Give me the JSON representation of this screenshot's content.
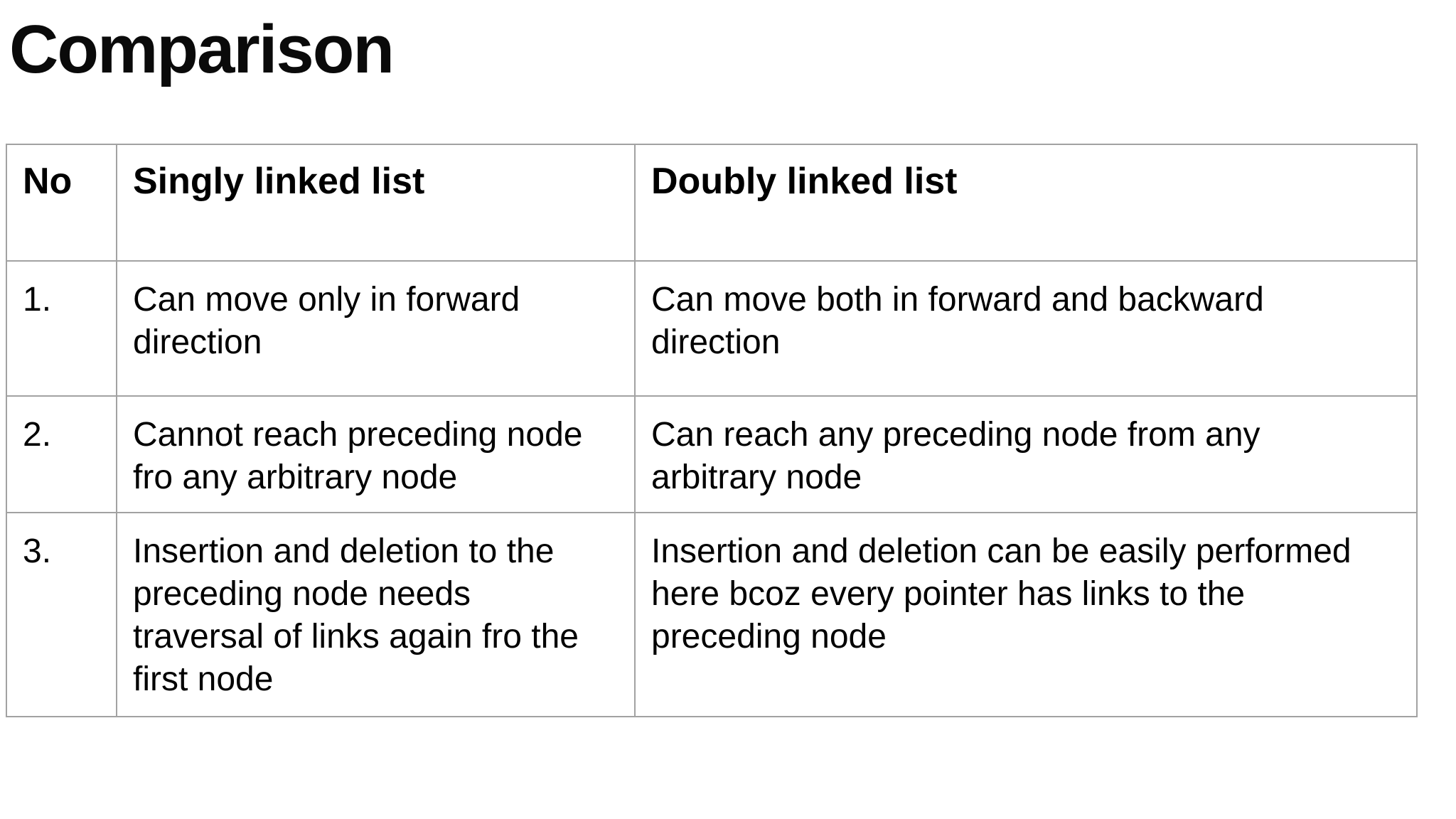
{
  "slide": {
    "title": "Comparison",
    "table": {
      "columns": {
        "no": "No",
        "singly": "Singly linked list",
        "doubly": "Doubly linked list"
      },
      "rows": [
        {
          "no": "1.",
          "singly": "Can move only in forward\ndirection",
          "doubly": "Can move both in forward and backward\ndirection"
        },
        {
          "no": "2.",
          "singly": "Cannot reach preceding node\nfro any arbitrary node",
          "doubly": "Can reach any preceding node from any\narbitrary node"
        },
        {
          "no": "3.",
          "singly": "Insertion and deletion to the\npreceding node needs\ntraversal of links again fro the\nfirst node",
          "doubly": "Insertion and deletion can be easily performed\nhere bcoz every pointer has links to the\npreceding node"
        }
      ]
    }
  },
  "colors": {
    "background": "#ffffff",
    "text": "#000000",
    "table_border": "#a2a2a2"
  }
}
